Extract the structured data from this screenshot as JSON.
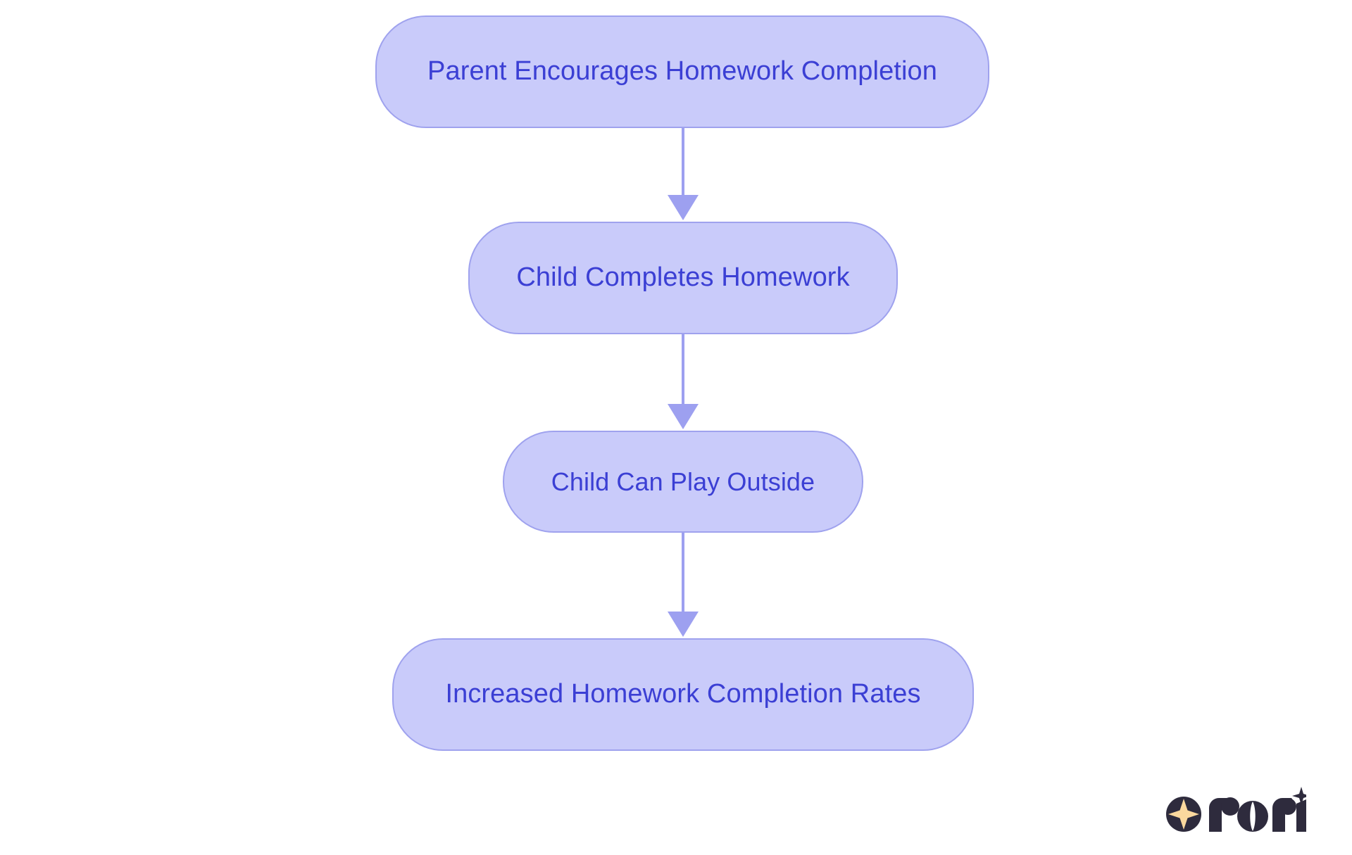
{
  "diagram": {
    "type": "flowchart",
    "orientation": "top-to-bottom",
    "background_color": "#ffffff",
    "node_fill_color": "#c9cbfa",
    "node_border_color": "#9fa2ee",
    "node_text_color": "#3b3fd4",
    "connector_color": "#9da0f0",
    "nodes": [
      {
        "id": "n0",
        "label": "Parent Encourages Homework Completion"
      },
      {
        "id": "n1",
        "label": "Child Completes Homework"
      },
      {
        "id": "n2",
        "label": "Child Can Play Outside"
      },
      {
        "id": "n3",
        "label": "Increased Homework Completion Rates"
      }
    ],
    "edges": [
      {
        "from": "n0",
        "to": "n1",
        "label": "",
        "arrow": "arrowhead-down-icon"
      },
      {
        "from": "n1",
        "to": "n2",
        "label": "",
        "arrow": "arrowhead-down-icon"
      },
      {
        "from": "n2",
        "to": "n3",
        "label": "",
        "arrow": "arrowhead-down-icon"
      }
    ]
  },
  "branding": {
    "name": "rori",
    "wordmark_color": "#2e2b3d",
    "star_color": "#fbd89e",
    "mark_icon": "four-point-star-icon",
    "sparkle_icon": "sparkle-icon"
  }
}
